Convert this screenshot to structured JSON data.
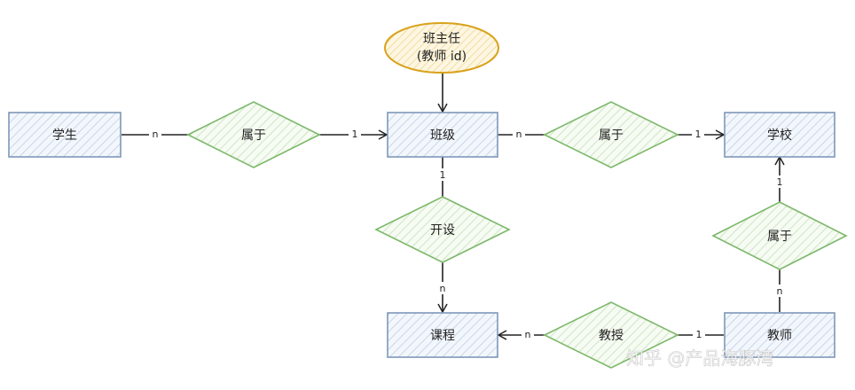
{
  "attribute": {
    "line1": "班主任",
    "line2": "(教师 id)"
  },
  "entities": {
    "student": "学生",
    "class": "班级",
    "school": "学校",
    "course": "课程",
    "teacher": "教师"
  },
  "relations": {
    "student_class": "属于",
    "class_school": "属于",
    "class_course": "开设",
    "teacher_school": "属于",
    "teacher_course": "教授"
  },
  "cardinalities": {
    "student_side": "n",
    "class_from_student": "1",
    "class_to_school": "n",
    "school_from_class": "1",
    "class_to_course": "1",
    "course_from_class": "n",
    "school_from_teacher": "1",
    "teacher_to_school": "n",
    "teacher_to_course": "1",
    "course_from_teacher": "n"
  },
  "watermark": "知乎 @产品海豚湾",
  "colors": {
    "entity_stroke": "#7e97b9",
    "entity_fill": "#e7eef8",
    "relation_stroke": "#7cb86a",
    "relation_fill": "#edf6e8",
    "attribute_stroke": "#d9a21b",
    "attribute_fill": "#fbf0cf"
  }
}
